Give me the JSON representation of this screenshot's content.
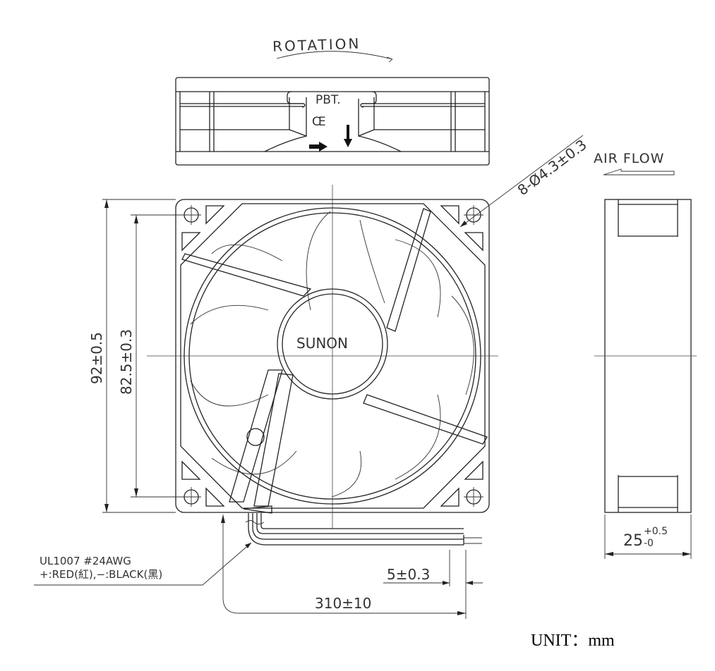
{
  "title": "Fan dimension drawing",
  "labels": {
    "rotation": "ROTATION",
    "material": "PBT.",
    "ce_mark": "CE",
    "air_flow": "AIR FLOW",
    "brand": "SUNON",
    "unit": "UNIT：mm"
  },
  "dimensions": {
    "hole": "8-Ø4.3±0.3",
    "frame_size": "92±0.5",
    "hole_pitch": "82.5±0.3",
    "thickness_base": "25",
    "thickness_plus": "+0.5",
    "thickness_minus": "-0",
    "strip_length": "5±0.3",
    "lead_length": "310±10"
  },
  "wire_spec": {
    "line1": "UL1007  #24AWG",
    "line2": "+:RED(紅),−:BLACK(黑)"
  },
  "colors": {
    "line": "#222222",
    "text": "#333333",
    "background": "#ffffff"
  }
}
